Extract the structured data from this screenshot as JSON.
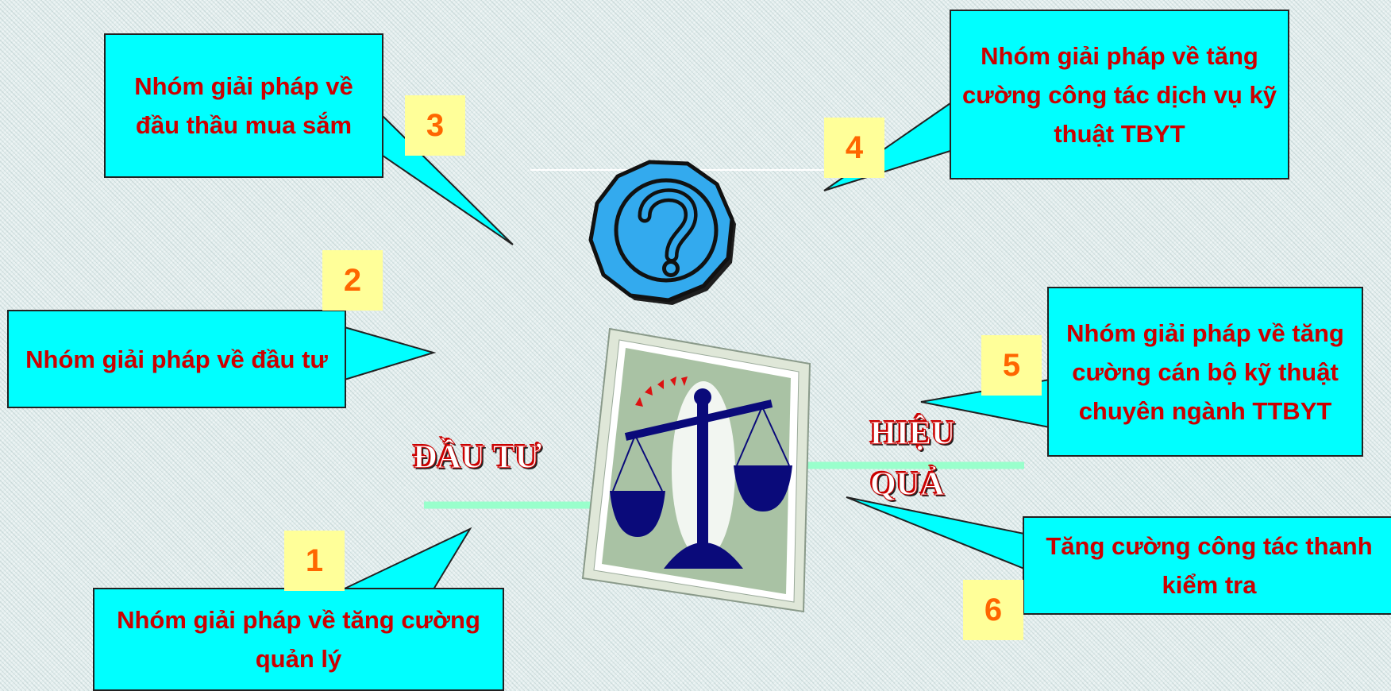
{
  "labels": {
    "dau_tu": "ĐẦU TƯ",
    "hieu_qua_line1": "HIỆU",
    "hieu_qua_line2": "QUẢ"
  },
  "callouts": {
    "c1": "Nhóm giải pháp về tăng cường quản lý",
    "c2": "Nhóm giải pháp về đầu tư",
    "c3": "Nhóm giải pháp về đầu thầu mua sắm",
    "c4": "Nhóm giải pháp về tăng cường công tác dịch vụ kỹ thuật TBYT",
    "c5": "Nhóm giải pháp về tăng cường cán bộ kỹ thuật chuyên ngành TTBYT",
    "c6": "Tăng cường công tác thanh kiểm tra"
  },
  "numbers": {
    "n1": "1",
    "n2": "2",
    "n3": "3",
    "n4": "4",
    "n5": "5",
    "n6": "6"
  },
  "icons": [
    "question-mark-icon",
    "scales-of-justice-icon"
  ],
  "colors": {
    "callout_fill": "#00ffff",
    "callout_text": "#cc0000",
    "number_box": "#ffff99",
    "number_text": "#ff6600",
    "connector_line": "#99ffcc"
  }
}
